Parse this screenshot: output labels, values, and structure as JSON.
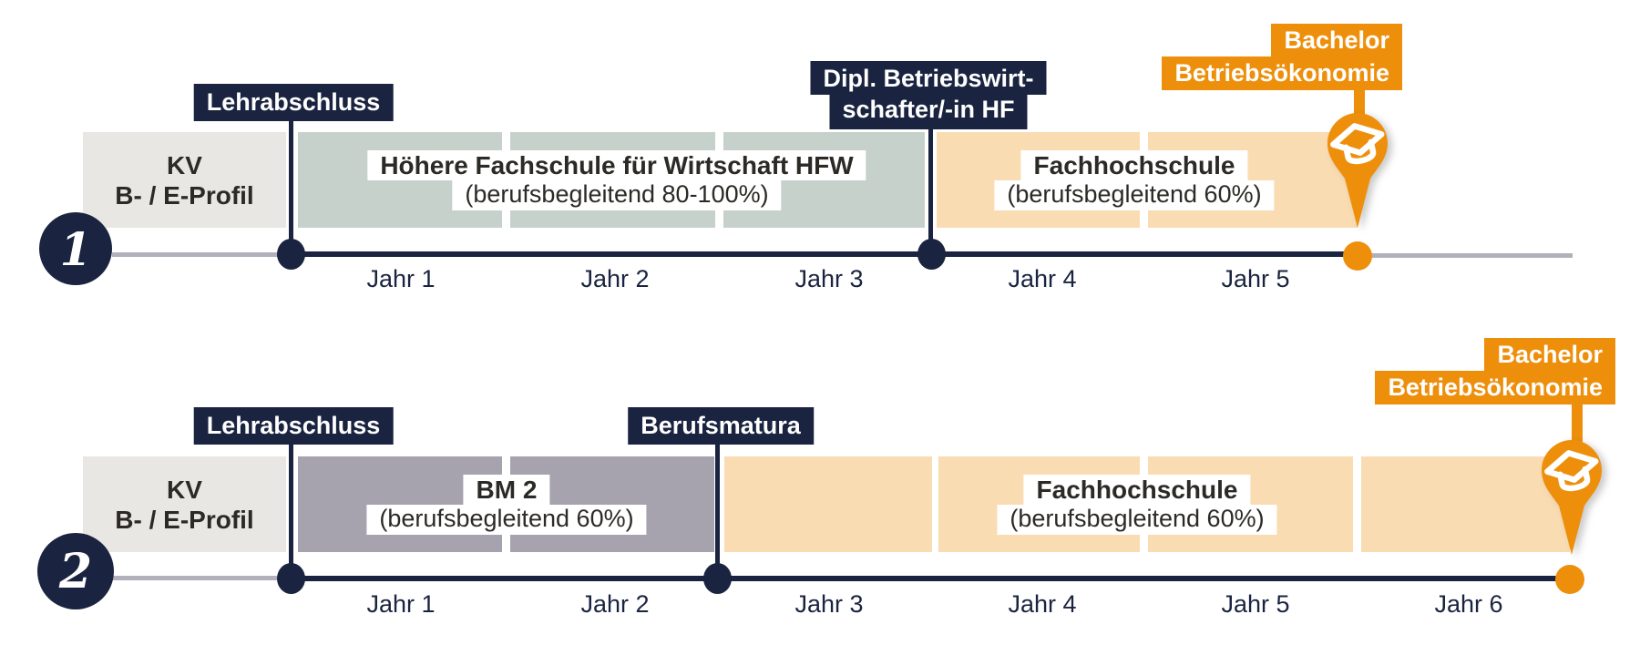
{
  "colors": {
    "navy": "#1a2440",
    "orange": "#ee8f0c",
    "peach": "#fadcb3",
    "sage_green": "#c6d1cc",
    "mauve_gray": "#a6a2ae",
    "kv_gray": "#e9e7e4",
    "timeline_gray": "#b2b0ba",
    "block_text": "#2c2a26",
    "background": "#ffffff"
  },
  "pathway1": {
    "number": "1",
    "kv_block": {
      "line1": "KV",
      "line2": "B- / E-Profil"
    },
    "lehrabschluss_badge": "Lehrabschluss",
    "hfw_block": {
      "title": "Höhere Fachschule für Wirtschaft HFW",
      "subtitle": "(berufsbegleitend 80-100%)"
    },
    "dipl_badge": {
      "line1": "Dipl. Betriebswirt-",
      "line2": "schafter/-in HF"
    },
    "fh_block": {
      "title": "Fachhochschule",
      "subtitle": "(berufsbegleitend 60%)"
    },
    "bachelor_badge": {
      "line1": "Bachelor",
      "line2": "Betriebsökonomie"
    },
    "years": [
      "Jahr 1",
      "Jahr 2",
      "Jahr 3",
      "Jahr 4",
      "Jahr 5"
    ]
  },
  "pathway2": {
    "number": "2",
    "kv_block": {
      "line1": "KV",
      "line2": "B- / E-Profil"
    },
    "lehrabschluss_badge": "Lehrabschluss",
    "bm2_block": {
      "title": "BM 2",
      "subtitle": "(berufsbegleitend 60%)"
    },
    "berufsmatura_badge": "Berufsmatura",
    "fh_block": {
      "title": "Fachhochschule",
      "subtitle": "(berufsbegleitend 60%)"
    },
    "bachelor_badge": {
      "line1": "Bachelor",
      "line2": "Betriebsökonomie"
    },
    "years": [
      "Jahr 1",
      "Jahr 2",
      "Jahr 3",
      "Jahr 4",
      "Jahr 5",
      "Jahr 6"
    ]
  }
}
